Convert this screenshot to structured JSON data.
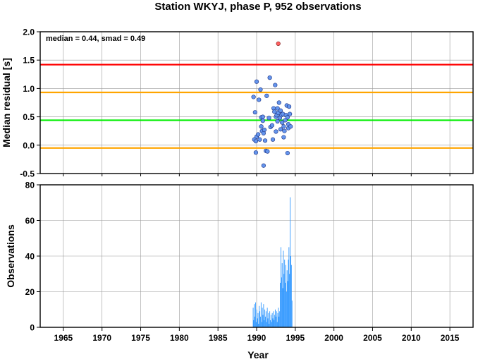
{
  "chart_data": [
    {
      "type": "scatter",
      "title": "Station WKYJ, phase P, 952 observations",
      "annotation": "median = 0.44, smad = 0.49",
      "ylabel": "Median residual [s]",
      "xlim": [
        1962,
        2018
      ],
      "ylim": [
        -0.5,
        2.0
      ],
      "y_ticks": [
        -0.5,
        0.0,
        0.5,
        1.0,
        1.5,
        2.0
      ],
      "y_tick_labels": [
        "-0.5",
        "0.0",
        "0.5",
        "1.0",
        "1.5",
        "2.0"
      ],
      "grid": true,
      "hlines": [
        {
          "y": 1.42,
          "color": "#ff0000"
        },
        {
          "y": 0.93,
          "color": "#ffa500"
        },
        {
          "y": 0.44,
          "color": "#00ee00"
        },
        {
          "y": -0.05,
          "color": "#ffa500"
        }
      ],
      "point_color": "#6495ed",
      "outlier_color": "#ff6060",
      "points": [
        [
          1989.6,
          0.85
        ],
        [
          1989.8,
          0.58
        ],
        [
          1989.7,
          0.1
        ],
        [
          1989.9,
          0.07
        ],
        [
          1990.0,
          1.12
        ],
        [
          1990.0,
          0.15
        ],
        [
          1989.9,
          -0.13
        ],
        [
          1990.2,
          0.19
        ],
        [
          1990.3,
          0.8
        ],
        [
          1990.4,
          0.1
        ],
        [
          1990.5,
          0.98
        ],
        [
          1990.6,
          0.49
        ],
        [
          1990.6,
          0.33
        ],
        [
          1990.7,
          0.25
        ],
        [
          1990.8,
          0.5
        ],
        [
          1990.8,
          0.43
        ],
        [
          1990.9,
          0.21
        ],
        [
          1991.0,
          0.27
        ],
        [
          1990.9,
          -0.36
        ],
        [
          1991.1,
          0.08
        ],
        [
          1991.2,
          -0.1
        ],
        [
          1991.3,
          0.87
        ],
        [
          1991.4,
          -0.11
        ],
        [
          1991.6,
          0.48
        ],
        [
          1991.7,
          1.19
        ],
        [
          1991.8,
          0.32
        ],
        [
          1992.0,
          0.35
        ],
        [
          1992.1,
          0.1
        ],
        [
          1992.2,
          0.65
        ],
        [
          1992.3,
          0.59
        ],
        [
          1992.4,
          1.06
        ],
        [
          1992.5,
          0.5
        ],
        [
          1992.5,
          0.24
        ],
        [
          1992.6,
          0.53
        ],
        [
          1992.7,
          0.65
        ],
        [
          1992.7,
          0.42
        ],
        [
          1992.8,
          0.57
        ],
        [
          1992.9,
          0.75
        ],
        [
          1993.0,
          0.48
        ],
        [
          1993.1,
          0.28
        ],
        [
          1993.1,
          0.61
        ],
        [
          1993.2,
          0.53
        ],
        [
          1993.3,
          0.4
        ],
        [
          1993.4,
          0.55
        ],
        [
          1993.5,
          0.14
        ],
        [
          1993.5,
          0.33
        ],
        [
          1993.6,
          0.25
        ],
        [
          1993.7,
          0.44
        ],
        [
          1993.8,
          0.53
        ],
        [
          1993.9,
          0.7
        ],
        [
          1994.0,
          0.49
        ],
        [
          1994.1,
          0.37
        ],
        [
          1994.1,
          0.3
        ],
        [
          1994.2,
          0.68
        ],
        [
          1994.3,
          0.55
        ],
        [
          1994.4,
          0.33
        ],
        [
          1994.0,
          -0.14
        ]
      ],
      "outliers": [
        [
          1992.8,
          1.79
        ]
      ]
    },
    {
      "type": "bar",
      "ylabel": "Observations",
      "xlabel": "Year",
      "xlim": [
        1962,
        2018
      ],
      "ylim": [
        0,
        80
      ],
      "y_ticks": [
        0,
        20,
        40,
        60,
        80
      ],
      "x_ticks": [
        1965,
        1970,
        1975,
        1980,
        1985,
        1990,
        1995,
        2000,
        2005,
        2010,
        2015
      ],
      "grid": true,
      "bar_color": "#3399ff",
      "bins": [
        [
          1989.55,
          11
        ],
        [
          1989.62,
          4
        ],
        [
          1989.7,
          13
        ],
        [
          1989.78,
          6
        ],
        [
          1989.86,
          14
        ],
        [
          1989.94,
          3
        ],
        [
          1990.02,
          10
        ],
        [
          1990.1,
          5
        ],
        [
          1990.18,
          8
        ],
        [
          1990.26,
          2
        ],
        [
          1990.34,
          12
        ],
        [
          1990.42,
          9
        ],
        [
          1990.5,
          6
        ],
        [
          1990.58,
          14
        ],
        [
          1990.66,
          3
        ],
        [
          1990.74,
          11
        ],
        [
          1990.82,
          7
        ],
        [
          1990.9,
          13
        ],
        [
          1990.98,
          4
        ],
        [
          1991.06,
          10
        ],
        [
          1991.14,
          6
        ],
        [
          1991.22,
          9
        ],
        [
          1991.3,
          3
        ],
        [
          1991.38,
          11
        ],
        [
          1991.46,
          5
        ],
        [
          1991.54,
          8
        ],
        [
          1991.62,
          2
        ],
        [
          1991.7,
          9
        ],
        [
          1991.78,
          4
        ],
        [
          1991.86,
          7
        ],
        [
          1991.94,
          3
        ],
        [
          1992.02,
          8
        ],
        [
          1992.1,
          5
        ],
        [
          1992.18,
          9
        ],
        [
          1992.26,
          4
        ],
        [
          1992.34,
          7
        ],
        [
          1992.42,
          10
        ],
        [
          1992.5,
          6
        ],
        [
          1992.58,
          9
        ],
        [
          1992.66,
          3
        ],
        [
          1992.74,
          8
        ],
        [
          1992.82,
          11
        ],
        [
          1992.9,
          6
        ],
        [
          1992.98,
          9
        ],
        [
          1993.06,
          25
        ],
        [
          1993.14,
          45
        ],
        [
          1993.22,
          28
        ],
        [
          1993.3,
          36
        ],
        [
          1993.38,
          22
        ],
        [
          1993.46,
          43
        ],
        [
          1993.54,
          30
        ],
        [
          1993.62,
          38
        ],
        [
          1993.7,
          25
        ],
        [
          1993.78,
          35
        ],
        [
          1993.86,
          20
        ],
        [
          1993.94,
          32
        ],
        [
          1994.02,
          26
        ],
        [
          1994.1,
          38
        ],
        [
          1994.18,
          45
        ],
        [
          1994.26,
          30
        ],
        [
          1994.34,
          73
        ],
        [
          1994.42,
          40
        ],
        [
          1994.5,
          35
        ],
        [
          1994.58,
          15
        ]
      ]
    }
  ]
}
